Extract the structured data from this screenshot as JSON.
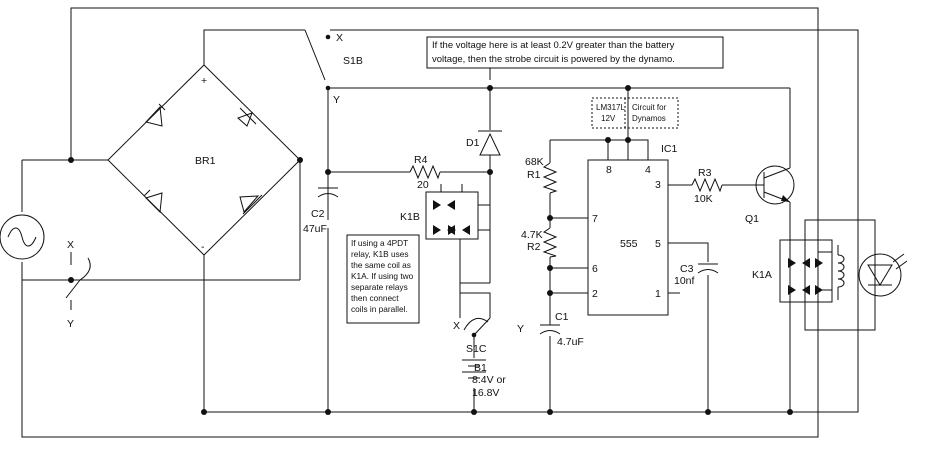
{
  "callout": {
    "line1": "If the voltage here is at least 0.2V greater than the battery",
    "line2": "voltage, then the strobe circuit is powered by the dynamo."
  },
  "dynamo_note": {
    "regulator_line1": "LM317L",
    "regulator_line2": "12V",
    "circuit_line1": "Circuit for",
    "circuit_line2": "Dynamos"
  },
  "relay_note": {
    "lines": [
      "If using a 4PDT",
      "relay, K1B uses",
      "the same coil as",
      "K1A. If using two",
      "separate relays",
      "then connect",
      "coils in parallel."
    ]
  },
  "components": {
    "br1": "BR1",
    "plus": "+",
    "minus": "-",
    "s1b": "S1B",
    "s1b_x": "X",
    "s1b_y": "Y",
    "d1": "D1",
    "r4": "R4",
    "r4_value": "20",
    "c2": "C2",
    "c2_value": "47uF",
    "k1b": "K1B",
    "r1_value": "68K",
    "r1": "R1",
    "r2_value": "4.7K",
    "r2": "R2",
    "ic1": "IC1",
    "ic1_part": "555",
    "pin8": "8",
    "pin4": "4",
    "pin3": "3",
    "pin7": "7",
    "pin5": "5",
    "pin6": "6",
    "pin2": "2",
    "pin1": "1",
    "r3": "R3",
    "r3_value": "10K",
    "q1": "Q1",
    "c3": "C3",
    "c3_value": "10nf",
    "c1": "C1",
    "c1_value": "4.7uF",
    "k1a": "K1A",
    "s1c": "S1C",
    "s1c_x": "X",
    "s1c_y": "Y",
    "b1": "B1",
    "b1_value_line1": "8.4V or",
    "b1_value_line2": "16.8V",
    "s1a_x": "X",
    "s1a_y": "Y"
  }
}
